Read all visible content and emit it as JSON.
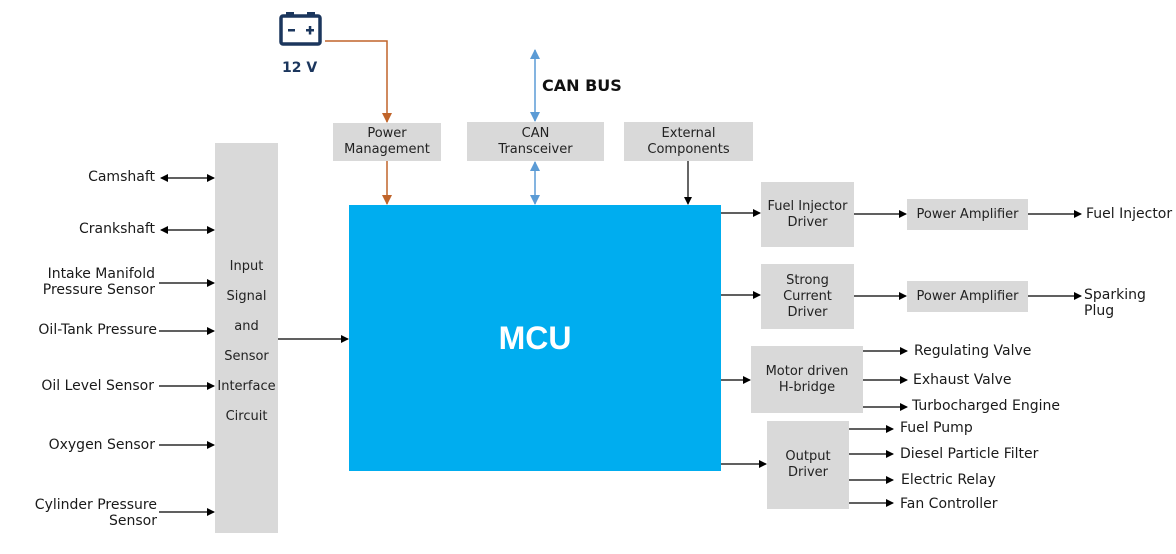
{
  "colors": {
    "mcu": "#00adef",
    "block": "#d9d9d9",
    "power_line": "#c0642a",
    "can_line": "#5b9bd5",
    "battery": "#1b365d",
    "signal_line": "#000000"
  },
  "battery": {
    "icon": "battery-icon",
    "label": "12 V"
  },
  "can_bus": {
    "label": "CAN BUS"
  },
  "top_blocks": {
    "power_management": "Power\nManagement",
    "can_transceiver": "CAN\nTransceiver",
    "external_components": "External\nComponents"
  },
  "mcu": {
    "label": "MCU"
  },
  "input_interface": {
    "lines": [
      "Input",
      "Signal",
      "and",
      "Sensor",
      "Interface",
      "Circuit"
    ]
  },
  "inputs": [
    {
      "label": "Camshaft",
      "bidirectional": true
    },
    {
      "label": "Crankshaft",
      "bidirectional": true
    },
    {
      "label": "Intake Manifold\nPressure Sensor",
      "bidirectional": false
    },
    {
      "label": "Oil-Tank Pressure",
      "bidirectional": false
    },
    {
      "label": "Oil Level Sensor",
      "bidirectional": false
    },
    {
      "label": "Oxygen Sensor",
      "bidirectional": false
    },
    {
      "label": "Cylinder Pressure\nSensor",
      "bidirectional": false
    }
  ],
  "drivers": {
    "fuel_injector_driver": "Fuel Injector\nDriver",
    "strong_current_driver": "Strong\nCurrent\nDriver",
    "motor_h_bridge": "Motor driven\nH-bridge",
    "output_driver": "Output\nDriver"
  },
  "amplifiers": {
    "amp1": "Power Amplifier",
    "amp2": "Power Amplifier"
  },
  "outputs": {
    "fuel_injector": "Fuel Injector",
    "sparking_plug": "Sparking\nPlug",
    "h_bridge": [
      "Regulating Valve",
      "Exhaust Valve",
      "Turbocharged Engine"
    ],
    "output_driver": [
      "Fuel Pump",
      "Diesel Particle Filter",
      "Electric Relay",
      "Fan Controller"
    ]
  }
}
